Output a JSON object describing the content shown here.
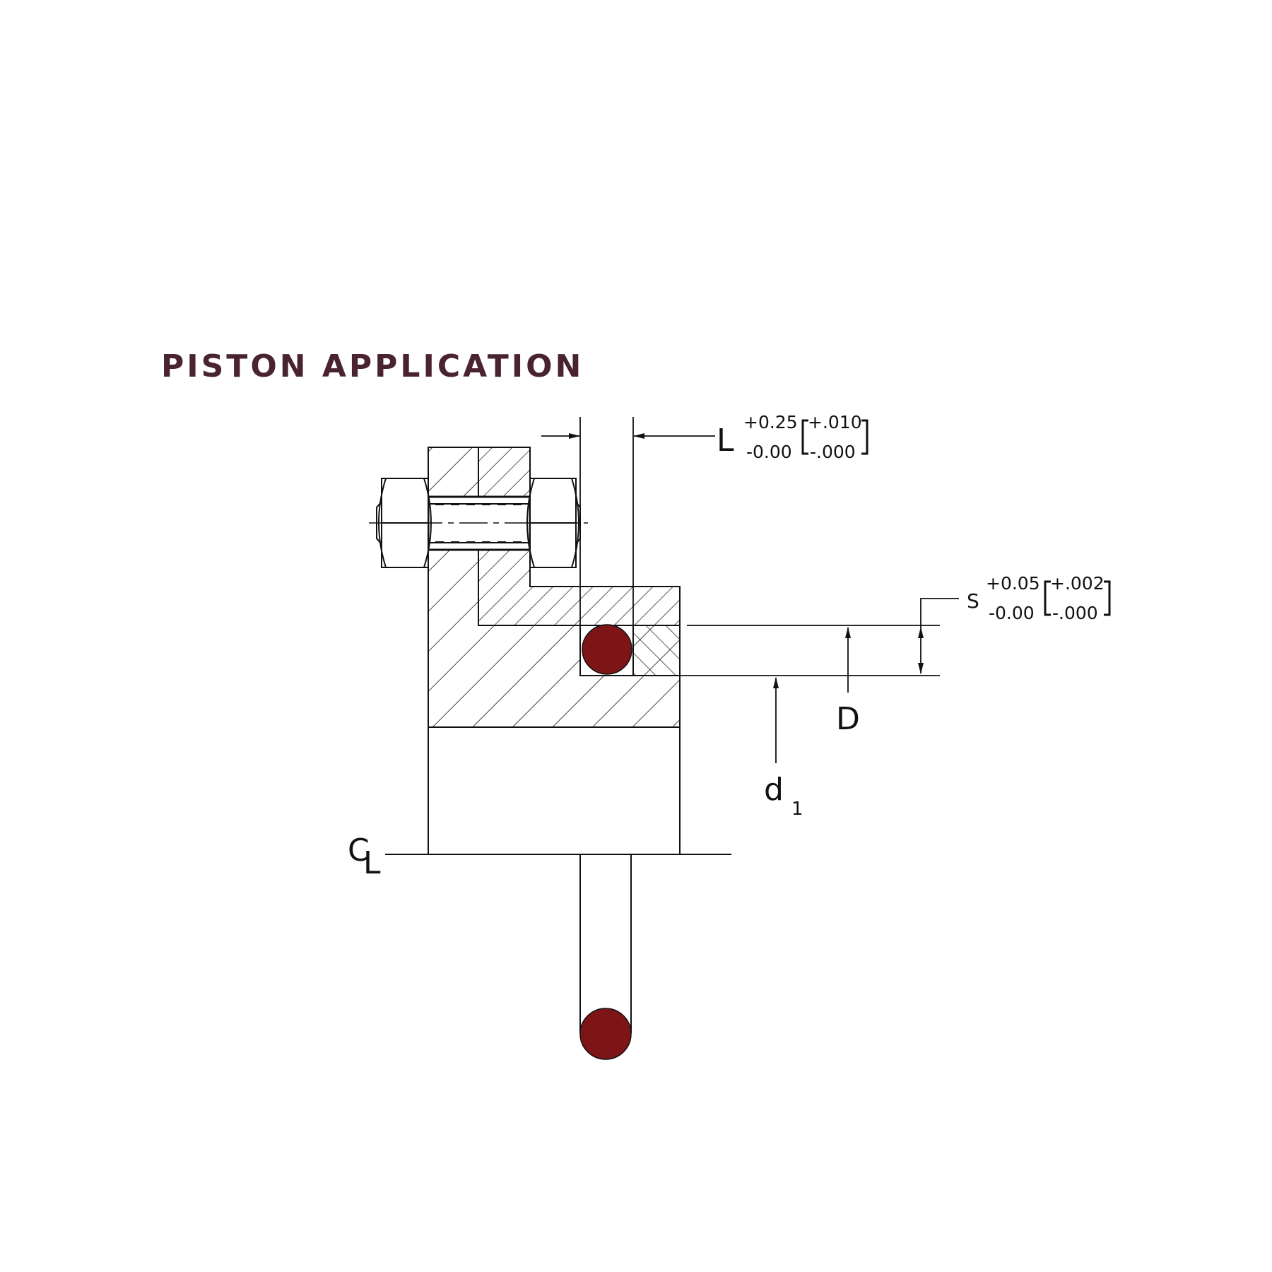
{
  "title": "PISTON APPLICATION",
  "colors": {
    "title": "#4a2330",
    "oring": "#7d1517",
    "line": "#111111"
  },
  "labels": {
    "groove_width": "L",
    "groove_width_tol_metric_plus": "+0.25",
    "groove_width_tol_metric_minus": "-0.00",
    "groove_width_tol_inch_plus": "+.010",
    "groove_width_tol_inch_minus": "-.000",
    "squeeze": "S",
    "squeeze_tol_metric_plus": "+0.05",
    "squeeze_tol_metric_minus": "-0.00",
    "squeeze_tol_inch_plus": "+.002",
    "squeeze_tol_inch_minus": "-.000",
    "bore_diameter": "D",
    "groove_diameter": "d",
    "groove_diameter_subscript": "1",
    "centerline_c": "C",
    "centerline_l": "L"
  }
}
